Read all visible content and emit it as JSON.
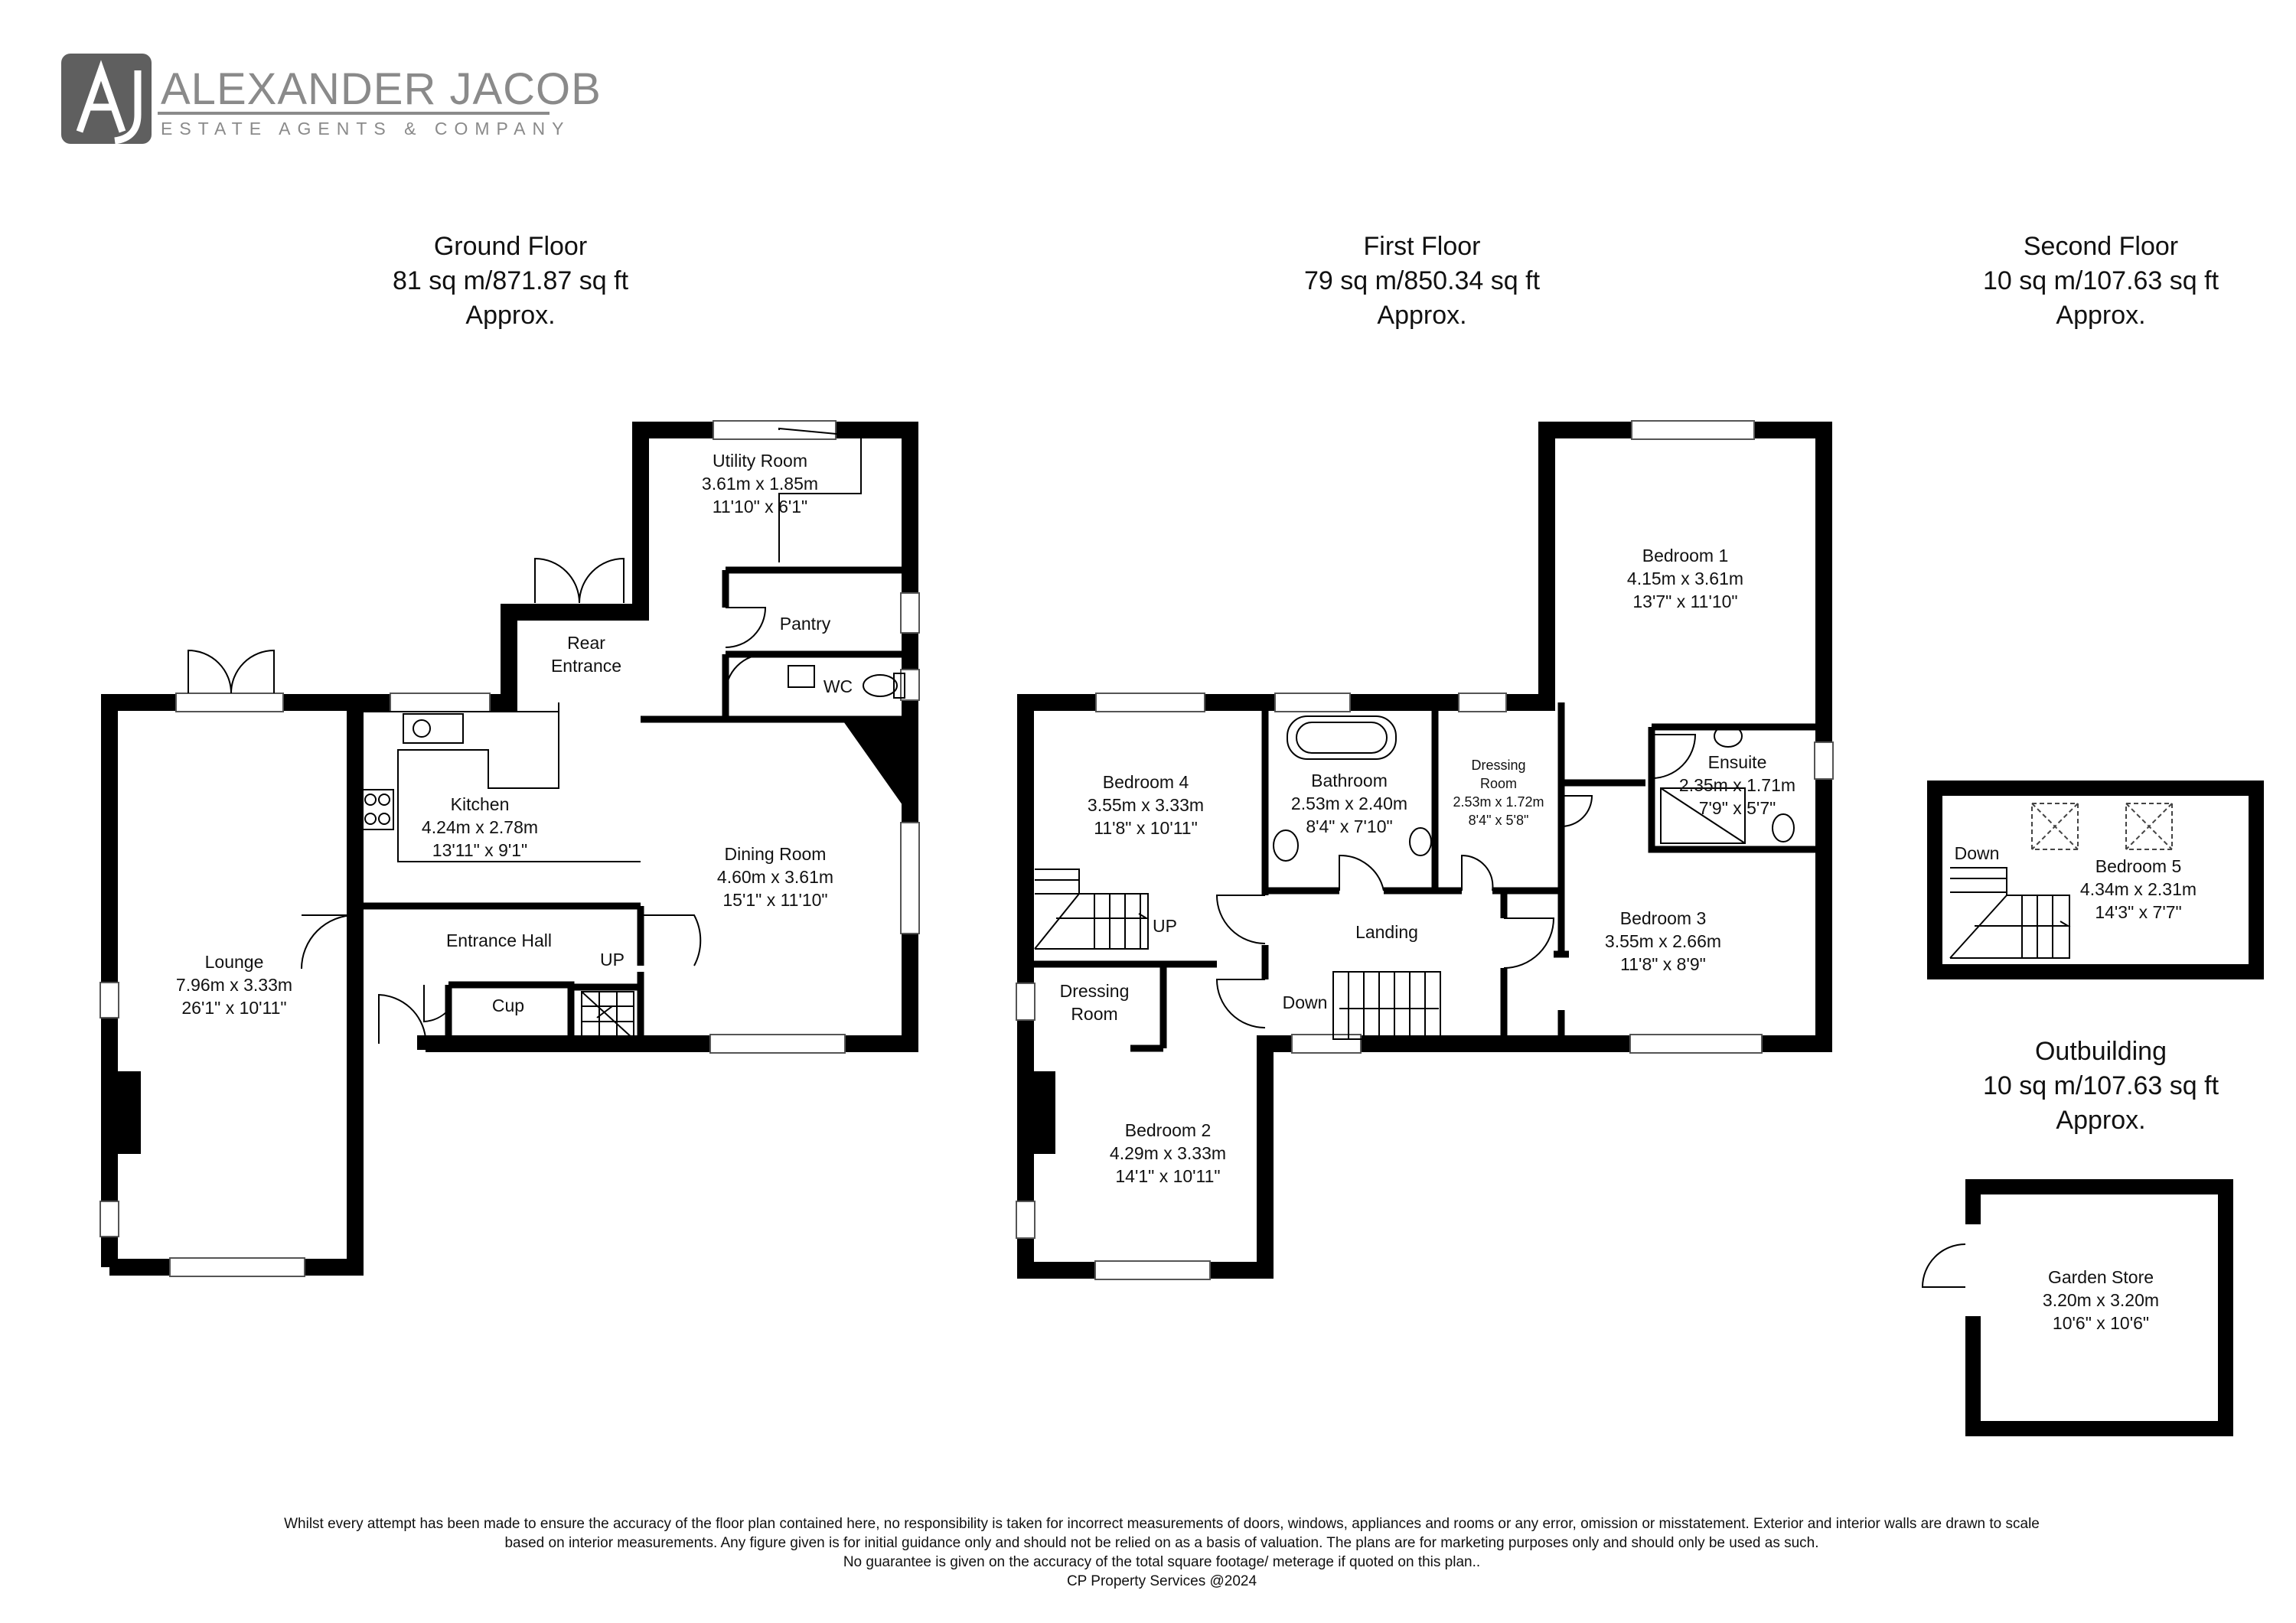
{
  "brand": {
    "monogram": "AJ",
    "name": "ALEXANDER JACOB",
    "tagline": "ESTATE AGENTS & COMPANY",
    "logo_bg": "#5f5f5f",
    "logo_text_color": "#8a8a8a"
  },
  "floors": {
    "ground": {
      "name": "Ground Floor",
      "area": "81 sq m/871.87 sq ft",
      "approx": "Approx."
    },
    "first": {
      "name": "First Floor",
      "area": "79 sq m/850.34 sq ft",
      "approx": "Approx."
    },
    "second": {
      "name": "Second Floor",
      "area": "10 sq m/107.63 sq ft",
      "approx": "Approx."
    },
    "outbuilding": {
      "name": "Outbuilding",
      "area": "10 sq m/107.63 sq ft",
      "approx": "Approx."
    }
  },
  "rooms": {
    "utility": {
      "name": "Utility Room",
      "metric": "3.61m x 1.85m",
      "imperial": "11'10\" x 6'1\""
    },
    "pantry": {
      "name": "Pantry"
    },
    "wc": {
      "name": "WC"
    },
    "rear": {
      "line1": "Rear",
      "line2": "Entrance"
    },
    "kitchen": {
      "name": "Kitchen",
      "metric": "4.24m x 2.78m",
      "imperial": "13'11\" x 9'1\""
    },
    "dining": {
      "name": "Dining Room",
      "metric": "4.60m x 3.61m",
      "imperial": "15'1\" x 11'10\""
    },
    "lounge": {
      "name": "Lounge",
      "metric": "7.96m x 3.33m",
      "imperial": "26'1\" x 10'11\""
    },
    "hall": {
      "name": "Entrance Hall"
    },
    "cup": {
      "name": "Cup"
    },
    "bedroom1": {
      "name": "Bedroom 1",
      "metric": "4.15m x 3.61m",
      "imperial": "13'7\" x 11'10\""
    },
    "bedroom4": {
      "name": "Bedroom 4",
      "metric": "3.55m x 3.33m",
      "imperial": "11'8\" x 10'11\""
    },
    "bathroom": {
      "name": "Bathroom",
      "metric": "2.53m x 2.40m",
      "imperial": "8'4\" x 7'10\""
    },
    "dressing1": {
      "line1": "Dressing",
      "line2": "Room",
      "metric": "2.53m x 1.72m",
      "imperial": "8'4\" x 5'8\""
    },
    "ensuite": {
      "name": "Ensuite",
      "metric": "2.35m x 1.71m",
      "imperial": "7'9\" x 5'7\""
    },
    "landing": {
      "name": "Landing"
    },
    "bedroom3": {
      "name": "Bedroom 3",
      "metric": "3.55m x 2.66m",
      "imperial": "11'8\" x 8'9\""
    },
    "dressing2": {
      "line1": "Dressing",
      "line2": "Room"
    },
    "bedroom2": {
      "name": "Bedroom 2",
      "metric": "4.29m x 3.33m",
      "imperial": "14'1\" x 10'11\""
    },
    "bedroom5": {
      "name": "Bedroom 5",
      "metric": "4.34m x 2.31m",
      "imperial": "14'3\" x 7'7\""
    },
    "garden": {
      "name": "Garden Store",
      "metric": "3.20m x 3.20m",
      "imperial": "10'6\" x 10'6\""
    }
  },
  "stairs": {
    "up": "UP",
    "down": "Down"
  },
  "disclaimer": {
    "line1": "Whilst every attempt has been made to ensure the accuracy of the floor plan contained here, no responsibility is taken for incorrect measurements of doors, windows, appliances and rooms or any error, omission or misstatement. Exterior and interior walls are drawn to scale",
    "line2": "based on interior measurements. Any figure given is for initial guidance only and should not be relied on as a basis of valuation. The plans are for marketing purposes only and should only be used as such.",
    "line3": "No guarantee is given on the accuracy of the total square footage/ meterage if quoted on this plan..",
    "line4": "CP Property Services @2024"
  }
}
